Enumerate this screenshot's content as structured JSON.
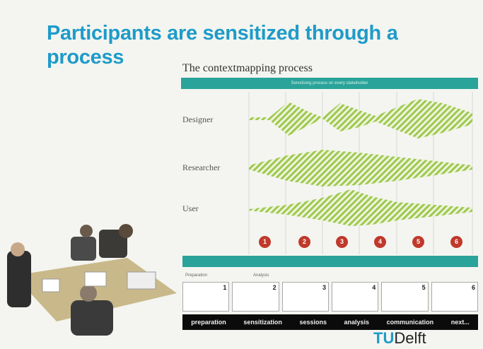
{
  "slide": {
    "title": "Participants are sensitized through a process",
    "subtitle": "The contextmapping process",
    "band_text": "Sensitising process on every stakeholder",
    "rows": [
      "Designer",
      "Researcher",
      "User"
    ],
    "circles": [
      "1",
      "2",
      "3",
      "4",
      "5",
      "6"
    ],
    "phase_labels": [
      "Preparation",
      "Analysis"
    ],
    "step_numbers": [
      "1",
      "2",
      "3",
      "4",
      "5",
      "6"
    ],
    "step_labels": [
      "preparation",
      "sensitization",
      "sessions",
      "analysis",
      "communication",
      "next..."
    ],
    "logo_t": "TU",
    "logo_rest": "Delft"
  },
  "colors": {
    "title": "#1e9bc9",
    "band": "#2aa39a",
    "hatch": "#9ec94e",
    "circle": "#c0392b"
  }
}
